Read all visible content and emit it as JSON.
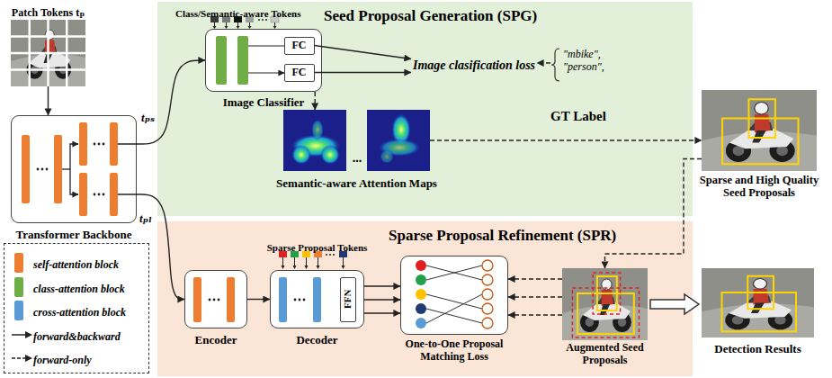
{
  "diagram": {
    "nodes": [
      {
        "text": [
          "Patch Tokens tₚ"
        ]
      },
      {
        "text": [
          "Transformer Backbone"
        ]
      },
      {
        "text": [
          "Seed Proposal Generation (SPG)"
        ]
      },
      {
        "text": [
          "Class/Semantic-aware Tokens",
          "Image Classifier"
        ],
        "in": 2
      },
      {
        "text": [
          "FC"
        ],
        "in": 3
      },
      {
        "text": [
          "FC"
        ],
        "in": 3
      },
      {
        "text": [
          "Image clasification loss"
        ],
        "in": 2
      },
      {
        "text": [
          "\"mbike\", \"person\",",
          "GT Label"
        ],
        "in": 2
      },
      {
        "text": [
          "Semantic-aware Attention Maps"
        ],
        "in": 2
      },
      {
        "text": [
          "Sparse and High Quality Seed Proposals"
        ]
      },
      {
        "text": [
          "Sparse Proposal Refinement (SPR)"
        ]
      },
      {
        "text": [
          "Encoder"
        ],
        "in": 10
      },
      {
        "text": [
          "Sparse Proposal Tokens",
          "Decoder"
        ],
        "in": 10
      },
      {
        "text": [
          "FFN"
        ],
        "in": 12
      },
      {
        "text": [
          "One-to-One Proposal Matching Loss"
        ],
        "in": 10
      },
      {
        "text": [
          "Augmented Seed Proposals"
        ],
        "in": 10
      },
      {
        "text": [
          "Detection Results"
        ]
      }
    ],
    "edges": [
      {
        "from": 0,
        "to": 1,
        "arrow": "to"
      },
      {
        "from": 1,
        "to": 3,
        "label": "tₚₛ",
        "arrow": "to"
      },
      {
        "from": 1,
        "to": 11,
        "label": "tₚₗ",
        "arrow": "to"
      },
      {
        "from": 4,
        "to": 6,
        "arrow": "to"
      },
      {
        "from": 5,
        "to": 6,
        "arrow": "to"
      },
      {
        "from": 7,
        "to": 6,
        "arrow": "to"
      },
      {
        "from": 3,
        "to": 8,
        "arrow": "to"
      },
      {
        "from": 8,
        "to": 9,
        "arrow": "to"
      },
      {
        "from": 9,
        "to": 15,
        "arrow": "to"
      },
      {
        "from": 11,
        "to": 12,
        "arrow": "to"
      },
      {
        "from": 12,
        "to": 14,
        "arrow": "to"
      },
      {
        "from": 12,
        "to": 14,
        "arrow": "to"
      },
      {
        "from": 12,
        "to": 14,
        "arrow": "to"
      },
      {
        "from": 15,
        "to": 14,
        "arrow": "to"
      },
      {
        "from": 15,
        "to": 14,
        "arrow": "to"
      },
      {
        "from": 15,
        "to": 14,
        "arrow": "to"
      },
      {
        "from": 15,
        "to": 16,
        "arrow": "to"
      }
    ],
    "labels": [
      "..."
    ],
    "legend": [
      {
        "text": "self-attention block",
        "color": "#ed7d31"
      },
      {
        "text": "class-attention block",
        "color": "#70ad47"
      },
      {
        "text": "cross-attention block",
        "color": "#5b9bd5"
      },
      {
        "text": "forward&backward"
      },
      {
        "text": "forward-only"
      }
    ]
  }
}
